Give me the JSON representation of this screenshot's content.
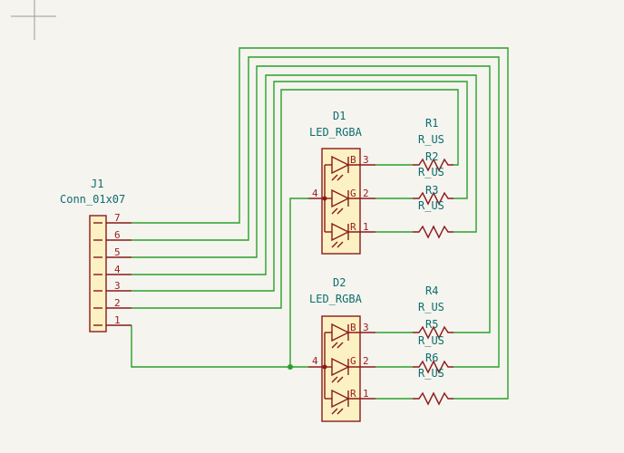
{
  "connector": {
    "ref": "J1",
    "value": "Conn_01x07",
    "pins": [
      "7",
      "6",
      "5",
      "4",
      "3",
      "2",
      "1"
    ]
  },
  "leds": [
    {
      "ref": "D1",
      "value": "LED_RGBA",
      "common_pin": "4",
      "channels": [
        {
          "letter": "B",
          "pin": "3"
        },
        {
          "letter": "G",
          "pin": "2"
        },
        {
          "letter": "R",
          "pin": "1"
        }
      ]
    },
    {
      "ref": "D2",
      "value": "LED_RGBA",
      "common_pin": "4",
      "channels": [
        {
          "letter": "B",
          "pin": "3"
        },
        {
          "letter": "G",
          "pin": "2"
        },
        {
          "letter": "R",
          "pin": "1"
        }
      ]
    }
  ],
  "resistors": [
    {
      "ref": "R1",
      "value": "R_US"
    },
    {
      "ref": "R2",
      "value": "R_US"
    },
    {
      "ref": "R3",
      "value": "R_US"
    },
    {
      "ref": "R4",
      "value": "R_US"
    },
    {
      "ref": "R5",
      "value": "R_US"
    },
    {
      "ref": "R6",
      "value": "R_US"
    }
  ],
  "colors": {
    "background": "#f5f4ef",
    "wire": "#2aa02a",
    "symbol": "#8a1a1a",
    "symbol_fill": "#fbf1c3",
    "reference_text": "#0e6e6e",
    "pin_text": "#9b1c1c"
  }
}
